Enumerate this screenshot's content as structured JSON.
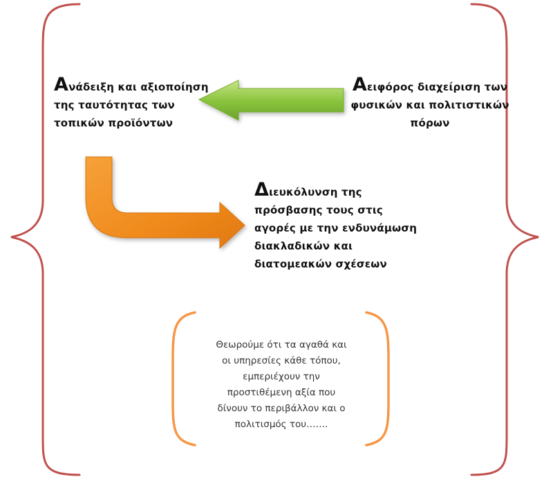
{
  "diagram": {
    "colors": {
      "outer_brace": "#c0504d",
      "inner_brace": "#f79646",
      "green_arrow": "#8cc63f",
      "orange_arrow": "#f08a1c"
    },
    "left_block": {
      "initial": "Α",
      "rest": "νάδειξη και αξιοποίηση",
      "line2": "της ταυτότητας των",
      "line3": "τοπικών προϊόντων"
    },
    "right_block": {
      "initial": "Α",
      "rest": "ειφόρος διαχείριση των",
      "line2": "φυσικών και πολιτιστικών",
      "line3": "πόρων"
    },
    "center_block": {
      "initial": "Δ",
      "rest": "ιευκόλυνση της",
      "line2": "πρόσβασης τους στις",
      "line3": "αγορές με την ενδυνάμωση",
      "line4": "διακλαδικών και",
      "line5": "διατομεακών σχέσεων"
    },
    "quote_lines": [
      "Θεωρούμε ότι τα αγαθά και",
      "οι υπηρεσίες κάθε τόπου,",
      "εμπεριέχουν την",
      "προστιθέμενη αξία που",
      "δίνουν το περιβάλλον και ο",
      "πολιτισμός του……."
    ]
  }
}
